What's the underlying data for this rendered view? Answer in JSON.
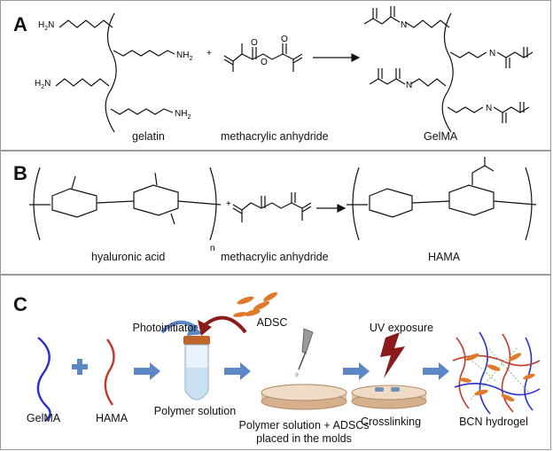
{
  "panel_a": {
    "label": "A",
    "gelatin": "gelatin",
    "anhydride": "methacrylic anhydride",
    "product": "GelMA",
    "plus": "+",
    "nh2": "NH",
    "h2n": "H",
    "sub2": "2",
    "n_label": "N",
    "h_label": "H",
    "o_label": "O"
  },
  "panel_b": {
    "label": "B",
    "reactant": "hyaluronic acid",
    "anhydride": "methacrylic anhydride",
    "product": "HAMA",
    "plus": "+",
    "n_sub": "n"
  },
  "panel_c": {
    "label": "C",
    "gelma": "GelMA",
    "hama": "HAMA",
    "photoinitiator": "Photoinitiator",
    "adsc": "ADSC",
    "polymer_solution": "Polymer solution",
    "molds_line1": "Polymer solution + ADSCs",
    "molds_line2": "placed in the molds",
    "uv": "UV exposure",
    "crosslinking": "Crosslinking",
    "hydrogel": "BCN hydrogel"
  },
  "colors": {
    "border": "#9a9a9a",
    "arrow_blue": "#5b87c6",
    "gelma_blue": "#2b2fd6",
    "hama_red": "#c0392b",
    "dark_red": "#8b1a1a",
    "cell_orange": "#e07a2a",
    "dish": "#e9c9a8"
  }
}
